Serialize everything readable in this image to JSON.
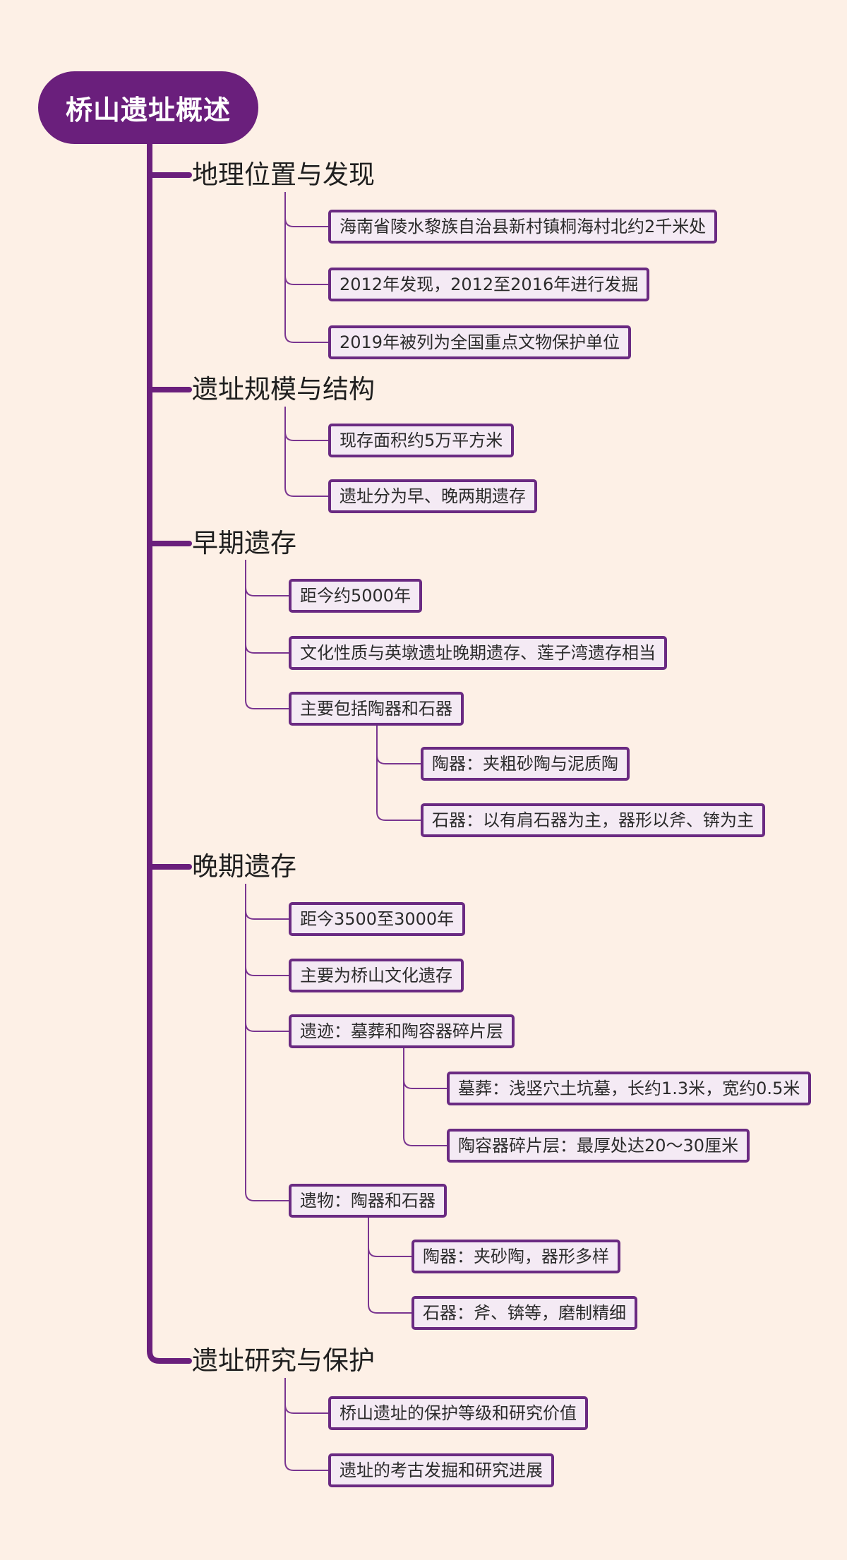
{
  "colors": {
    "background": "#fdf0e6",
    "root_fill": "#6a1f7c",
    "trunk": "#6a1f7c",
    "connector": "#7a3590",
    "leaf_border": "#6a2a82",
    "leaf_fill": "#f4eaf4"
  },
  "root": {
    "label": "桥山遗址概述"
  },
  "branches": [
    {
      "label": "地理位置与发现",
      "children": [
        {
          "label": "海南省陵水黎族自治县新村镇桐海村北约2千米处"
        },
        {
          "label": "2012年发现，2012至2016年进行发掘"
        },
        {
          "label": "2019年被列为全国重点文物保护单位"
        }
      ]
    },
    {
      "label": "遗址规模与结构",
      "children": [
        {
          "label": "现存面积约5万平方米"
        },
        {
          "label": "遗址分为早、晚两期遗存"
        }
      ]
    },
    {
      "label": "早期遗存",
      "children": [
        {
          "label": "距今约5000年"
        },
        {
          "label": "文化性质与英墩遗址晚期遗存、莲子湾遗存相当"
        },
        {
          "label": "主要包括陶器和石器",
          "children": [
            {
              "label": "陶器：夹粗砂陶与泥质陶"
            },
            {
              "label": "石器：以有肩石器为主，器形以斧、锛为主"
            }
          ]
        }
      ]
    },
    {
      "label": "晚期遗存",
      "children": [
        {
          "label": "距今3500至3000年"
        },
        {
          "label": "主要为桥山文化遗存"
        },
        {
          "label": "遗迹：墓葬和陶容器碎片层",
          "children": [
            {
              "label": "墓葬：浅竖穴土坑墓，长约1.3米，宽约0.5米"
            },
            {
              "label": "陶容器碎片层：最厚处达20～30厘米"
            }
          ]
        },
        {
          "label": "遗物：陶器和石器",
          "children": [
            {
              "label": "陶器：夹砂陶，器形多样"
            },
            {
              "label": "石器：斧、锛等，磨制精细"
            }
          ]
        }
      ]
    },
    {
      "label": "遗址研究与保护",
      "children": [
        {
          "label": "桥山遗址的保护等级和研究价值"
        },
        {
          "label": "遗址的考古发掘和研究进展"
        }
      ]
    }
  ]
}
